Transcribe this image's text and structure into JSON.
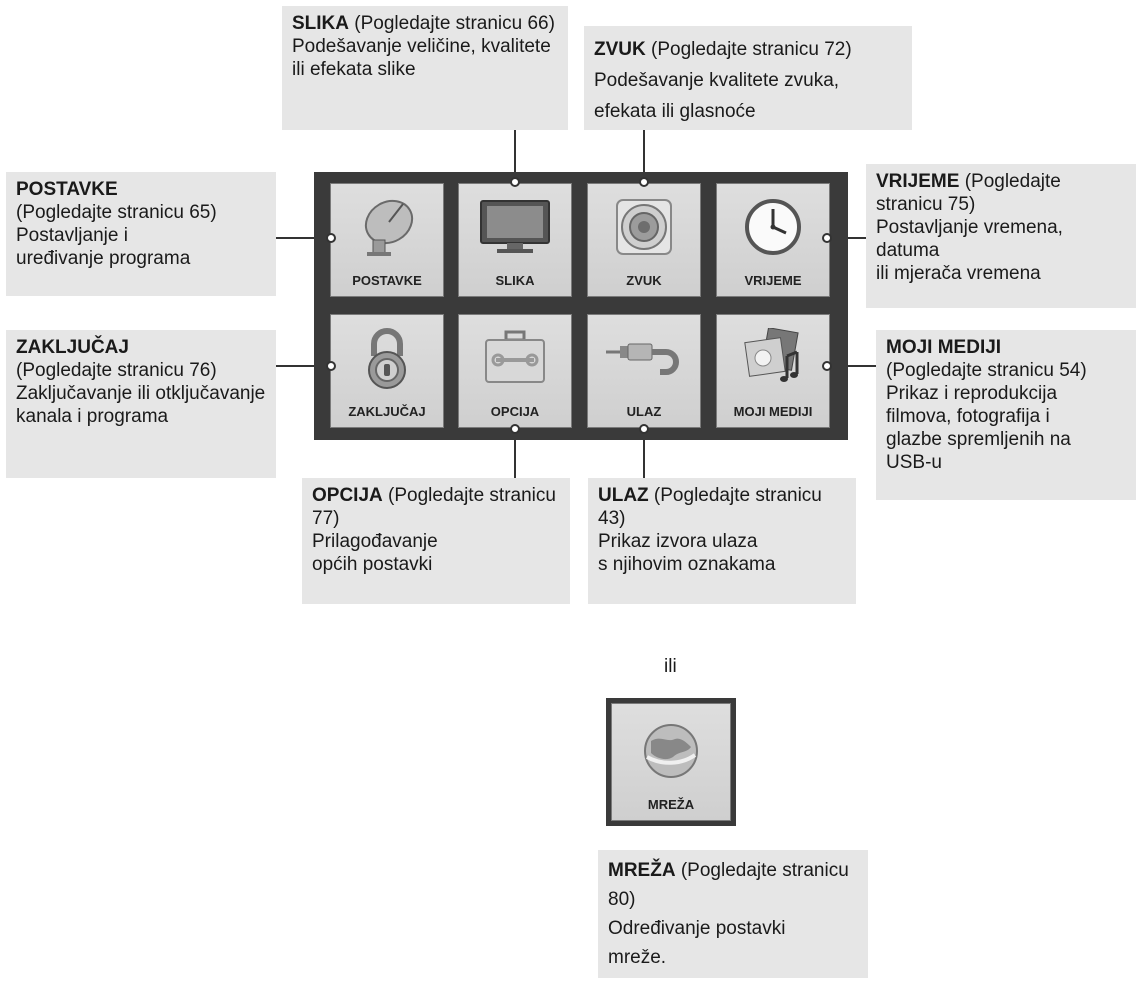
{
  "tiles": [
    {
      "key": "postavke",
      "label": "POSTAVKE",
      "icon": "satellite-dish-icon"
    },
    {
      "key": "slika",
      "label": "SLIKA",
      "icon": "tv-screen-icon"
    },
    {
      "key": "zvuk",
      "label": "ZVUK",
      "icon": "speaker-icon"
    },
    {
      "key": "vrijeme",
      "label": "VRIJEME",
      "icon": "clock-icon"
    },
    {
      "key": "zakljucaj",
      "label": "ZAKLJUČAJ",
      "icon": "padlock-icon"
    },
    {
      "key": "opcija",
      "label": "OPCIJA",
      "icon": "toolbox-icon"
    },
    {
      "key": "ulaz",
      "label": "ULAZ",
      "icon": "cable-plug-icon"
    },
    {
      "key": "moji_mediji",
      "label": "MOJI MEDIJI",
      "icon": "media-collage-icon"
    }
  ],
  "network_tile": {
    "label": "MREŽA",
    "icon": "globe-icon"
  },
  "separator": "ili",
  "callouts": {
    "slika": {
      "title": "SLIKA",
      "ref": " (Pogledajte stranicu 66)",
      "body": "Podešavanje veličine, kvalitete ili efekata slike"
    },
    "zvuk": {
      "title": "ZVUK",
      "ref": " (Pogledajte stranicu 72)",
      "body": "Podešavanje kvalitete zvuka, efekata ili glasnoće"
    },
    "postavke": {
      "title": "POSTAVKE",
      "ref": "(Pogledajte stranicu 65)",
      "body": "Postavljanje i uređivanje programa"
    },
    "vrijeme": {
      "title": "VRIJEME",
      "ref": " (Pogledajte stranicu 75)",
      "body": "Postavljanje vremena, datuma\nili mjerača vremena"
    },
    "zakljucaj": {
      "title": "ZAKLJUČAJ",
      "ref": "(Pogledajte stranicu 76)",
      "body": "Zaključavanje ili otključavanje kanala i programa"
    },
    "moji_mediji": {
      "title": "MOJI MEDIJI",
      "ref": "(Pogledajte stranicu 54)",
      "body": "Prikaz i reprodukcija filmova, fotografija i glazbe spremljenih na USB-u"
    },
    "opcija": {
      "title": "OPCIJA",
      "ref": " (Pogledajte stranicu 77)",
      "body": "Prilagođavanje\nopćih postavki"
    },
    "ulaz": {
      "title": "ULAZ",
      "ref": " (Pogledajte stranicu 43)",
      "body": "Prikaz izvora ulaza\ns njihovim oznakama"
    },
    "mreza": {
      "title": "MREŽA",
      "ref": " (Pogledajte stranicu 80)",
      "body": "Određivanje postavki mreže."
    }
  }
}
